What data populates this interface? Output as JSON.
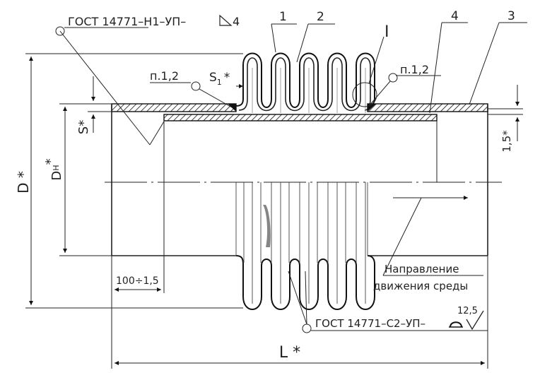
{
  "labels": {
    "gost_top": "ГОСТ 14771–Н1–УП–",
    "gost_top_suffix": "4",
    "gost_bottom": "ГОСТ 14771–С2–УП–",
    "roughness": "12,5",
    "item_1": "1",
    "item_2": "2",
    "item_3": "3",
    "item_4": "4",
    "detail_I": "I",
    "note_left": "п.1,2",
    "note_right": "п.1,2",
    "s1": "S",
    "s1_sub": "1",
    "s1_star": "*",
    "s_star": "S*",
    "dh": "D",
    "dh_sub": "H",
    "dh_star": "*",
    "d_star": "D *",
    "l_star": "L *",
    "dim_100": "100÷1,5",
    "dim_15": "1,5*",
    "direction_line1": "Направление",
    "direction_line2": "движения среды"
  }
}
